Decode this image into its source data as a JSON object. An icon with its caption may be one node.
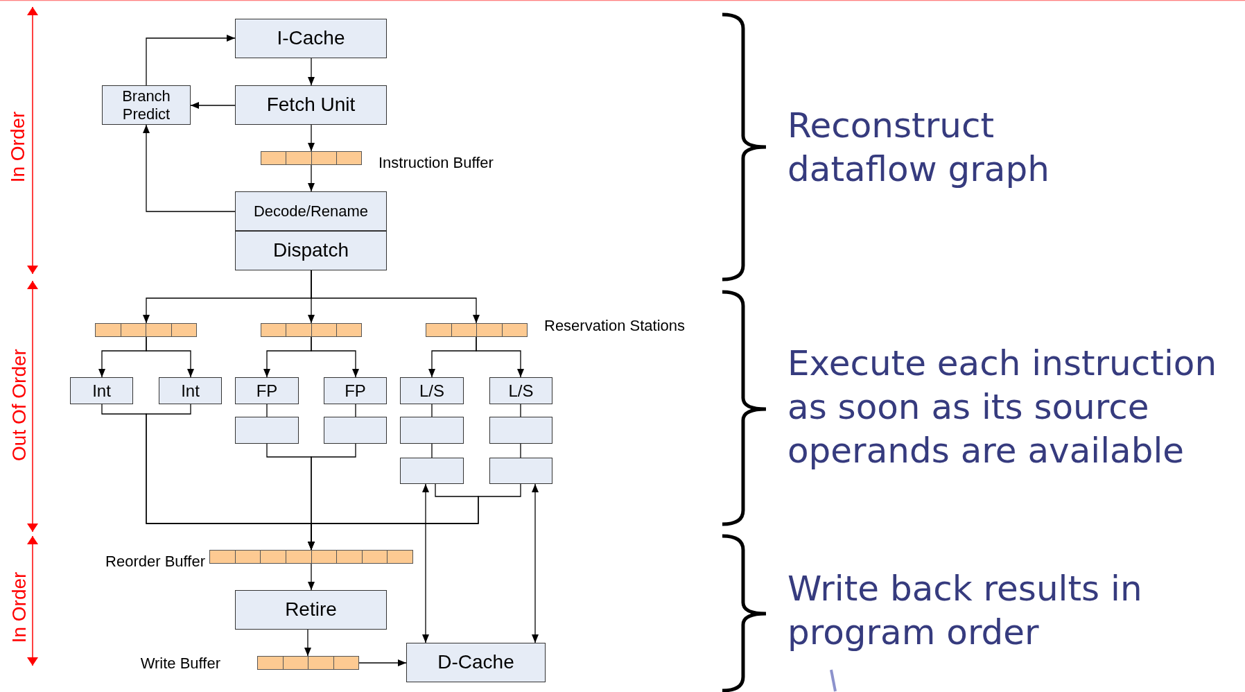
{
  "diagram": {
    "nodes": [
      {
        "text": [
          "I-Cache"
        ]
      },
      {
        "text": [
          "Fetch Unit"
        ]
      },
      {
        "text": [
          "Branch Predict"
        ]
      },
      {
        "text": [],
        "shape": "bar",
        "beside": [
          "Instruction Buffer"
        ]
      },
      {
        "text": [
          "Decode/Rename"
        ]
      },
      {
        "text": [
          "Dispatch"
        ]
      },
      {
        "text": [],
        "shape": "bar"
      },
      {
        "text": [],
        "shape": "bar"
      },
      {
        "text": [],
        "shape": "bar",
        "beside": [
          "Reservation Stations"
        ]
      },
      {
        "text": [
          "Int"
        ]
      },
      {
        "text": [
          "Int"
        ]
      },
      {
        "text": [
          "FP"
        ]
      },
      {
        "text": [
          "FP"
        ]
      },
      {
        "text": [
          "L/S"
        ]
      },
      {
        "text": [
          "L/S"
        ]
      },
      {
        "text": [],
        "shape": "box"
      },
      {
        "text": [],
        "shape": "box"
      },
      {
        "text": [],
        "shape": "box"
      },
      {
        "text": [],
        "shape": "box"
      },
      {
        "text": [],
        "shape": "box"
      },
      {
        "text": [],
        "shape": "box"
      },
      {
        "text": [],
        "shape": "bar",
        "beside": [
          "Reorder Buffer"
        ]
      },
      {
        "text": [
          "Retire"
        ]
      },
      {
        "text": [],
        "shape": "bar",
        "beside": [
          "Write Buffer"
        ]
      },
      {
        "text": [
          "D-Cache"
        ]
      }
    ],
    "edges": [
      {
        "from": 0,
        "to": 1,
        "arrow": "to"
      },
      {
        "from": 1,
        "to": 3,
        "arrow": "to"
      },
      {
        "from": 3,
        "to": 4,
        "arrow": "to"
      },
      {
        "from": 1,
        "to": 2,
        "arrow": "to"
      },
      {
        "from": 2,
        "to": 0,
        "arrow": "to"
      },
      {
        "from": 4,
        "to": 2,
        "arrow": "to"
      },
      {
        "from": 5,
        "to": 6,
        "arrow": "to"
      },
      {
        "from": 5,
        "to": 7,
        "arrow": "to"
      },
      {
        "from": 5,
        "to": 8,
        "arrow": "to"
      },
      {
        "from": 6,
        "to": 9,
        "arrow": "to"
      },
      {
        "from": 6,
        "to": 10,
        "arrow": "to"
      },
      {
        "from": 7,
        "to": 11,
        "arrow": "to"
      },
      {
        "from": 7,
        "to": 12,
        "arrow": "to"
      },
      {
        "from": 8,
        "to": 13,
        "arrow": "to"
      },
      {
        "from": 8,
        "to": 14,
        "arrow": "to"
      },
      {
        "from": 11,
        "to": 15,
        "arrow": "none"
      },
      {
        "from": 12,
        "to": 16,
        "arrow": "none"
      },
      {
        "from": 13,
        "to": 17,
        "arrow": "none"
      },
      {
        "from": 14,
        "to": 18,
        "arrow": "none"
      },
      {
        "from": 17,
        "to": 19,
        "arrow": "none"
      },
      {
        "from": 18,
        "to": 20,
        "arrow": "none"
      },
      {
        "from": 9,
        "to": 21,
        "arrow": "to"
      },
      {
        "from": 10,
        "to": 21,
        "arrow": "to"
      },
      {
        "from": 15,
        "to": 21,
        "arrow": "to"
      },
      {
        "from": 16,
        "to": 21,
        "arrow": "to"
      },
      {
        "from": 19,
        "to": 21,
        "arrow": "to"
      },
      {
        "from": 20,
        "to": 21,
        "arrow": "to"
      },
      {
        "from": 19,
        "to": 24,
        "arrow": "both"
      },
      {
        "from": 20,
        "to": 24,
        "arrow": "both"
      },
      {
        "from": 21,
        "to": 22,
        "arrow": "to"
      },
      {
        "from": 22,
        "to": 23,
        "arrow": "to"
      },
      {
        "from": 23,
        "to": 24,
        "arrow": "to"
      }
    ],
    "labels": [
      "In Order",
      "Out Of Order",
      "In Order",
      "Reconstruct dataflow graph",
      "Execute each instruction as soon as its source operands are available",
      "Write back results in program order"
    ]
  }
}
